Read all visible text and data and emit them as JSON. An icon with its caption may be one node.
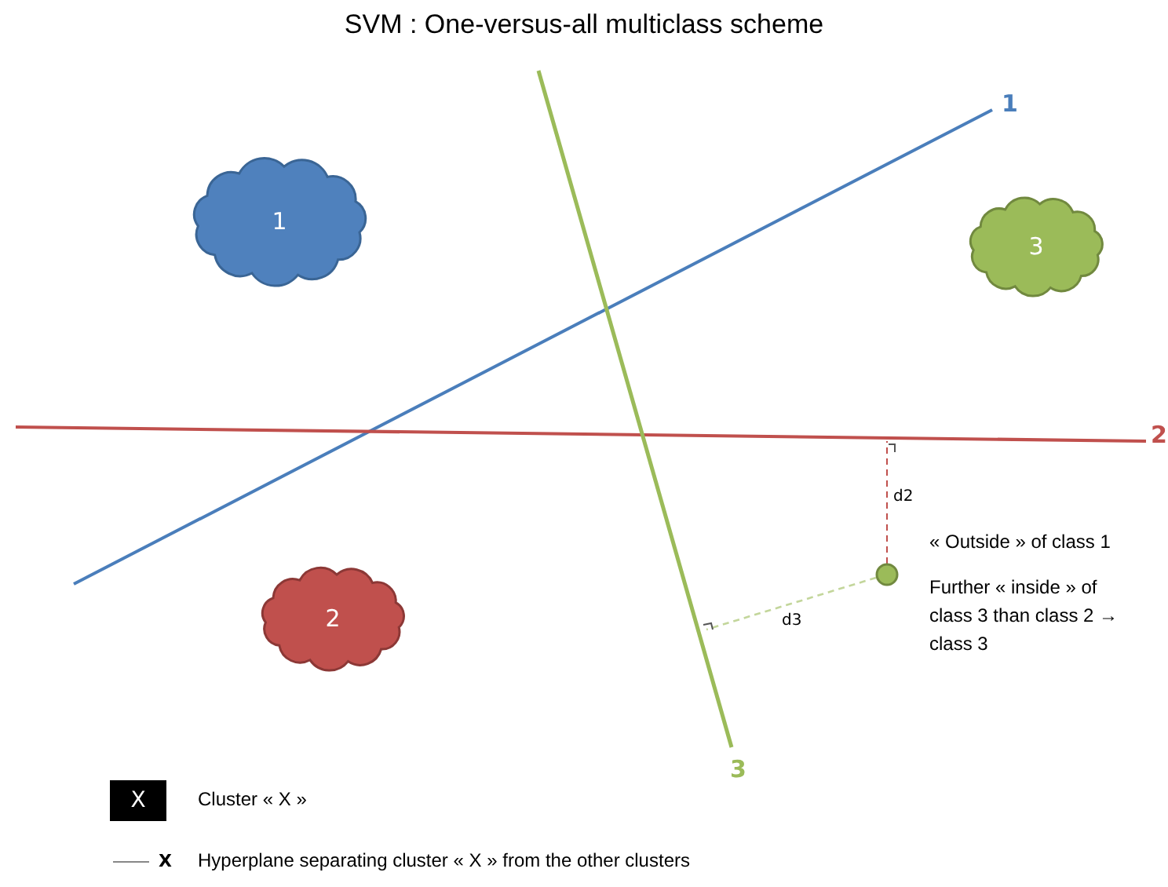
{
  "diagram": {
    "title": "SVM : One-versus-all multiclass scheme",
    "nodes": [
      {
        "text": [
          "1"
        ]
      },
      {
        "text": [
          "3"
        ]
      },
      {
        "text": [
          "2"
        ]
      },
      {
        "text": [],
        "shape": "circle",
        "beside": [
          "« Outside » of class 1",
          "Further « inside » of class 3 than class 2 → class 3"
        ]
      }
    ],
    "edges": [],
    "labels": [
      "1",
      "2",
      "d2",
      "d3",
      "3",
      "X",
      "X"
    ],
    "legend": [
      {
        "text": "Cluster « X »"
      },
      {
        "text": "Hyperplane separating cluster « X » from the other clusters"
      }
    ]
  }
}
